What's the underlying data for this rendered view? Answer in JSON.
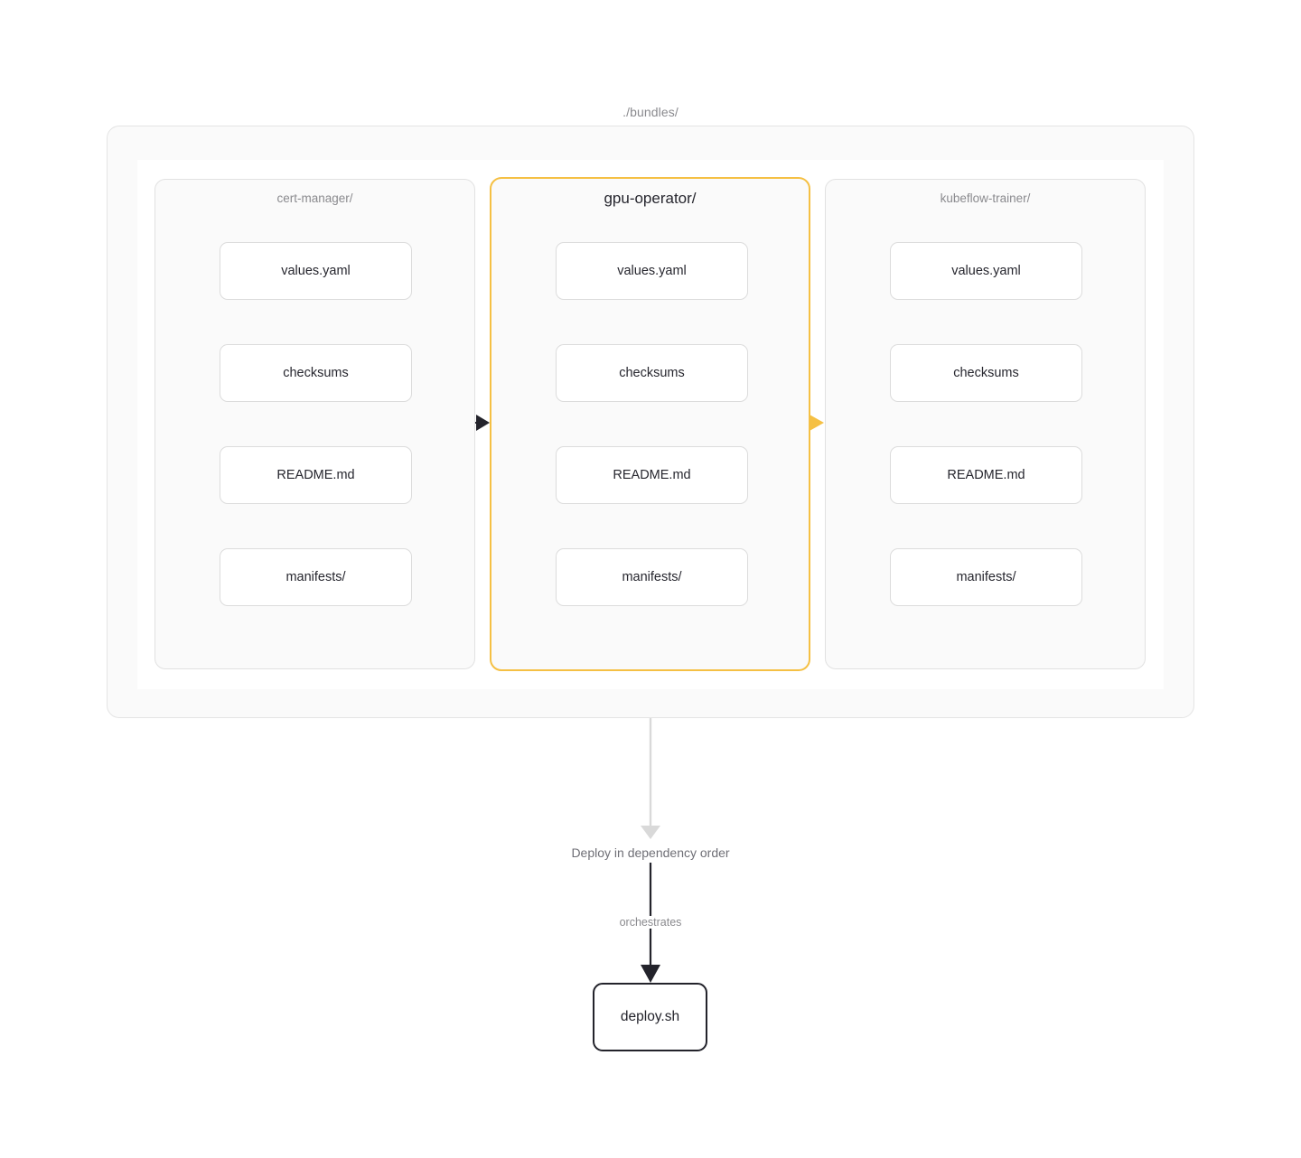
{
  "diagram": {
    "root_caption": "./bundles/",
    "groups": [
      {
        "id": "cert-manager",
        "title": "cert-manager/",
        "highlighted": false,
        "files": [
          "values.yaml",
          "checksums",
          "README.md",
          "manifests/"
        ]
      },
      {
        "id": "gpu-operator",
        "title": "gpu-operator/",
        "highlighted": true,
        "highlight_color": "#f5c044",
        "files": [
          "values.yaml",
          "checksums",
          "README.md",
          "manifests/"
        ]
      },
      {
        "id": "kubeflow-trainer",
        "title": "kubeflow-trainer/",
        "highlighted": false,
        "files": [
          "values.yaml",
          "checksums",
          "README.md",
          "manifests/"
        ]
      }
    ],
    "edges": [
      {
        "id": "cert-manager-to-gpu-operator",
        "label": "",
        "color": "#23232b"
      },
      {
        "id": "gpu-operator-to-kubeflow-trainer",
        "label": "",
        "color": "#f5c044"
      },
      {
        "id": "bundles-to-deploy-order",
        "label": "Deploy in dependency order",
        "color": "#d9d9d9"
      },
      {
        "id": "deploy-order-to-deploy-sh",
        "label": "orchestrates",
        "color": "#23232b"
      }
    ],
    "deploy_order_label": "Deploy in dependency order",
    "orchestrates_label": "orchestrates",
    "deploy_script": "deploy.sh"
  }
}
